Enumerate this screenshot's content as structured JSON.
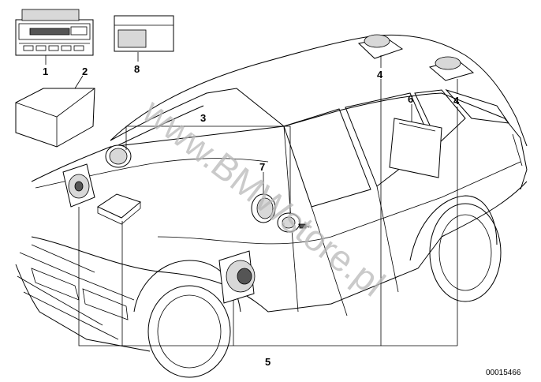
{
  "diagram": {
    "watermark": "www.BMWstore.pl",
    "reference_number": "00015466",
    "callouts": {
      "c1": "1",
      "c2": "2",
      "c3": "3",
      "c4a": "4",
      "c4b": "4",
      "c5": "5",
      "c6": "6",
      "c7": "7",
      "c8": "8"
    }
  }
}
